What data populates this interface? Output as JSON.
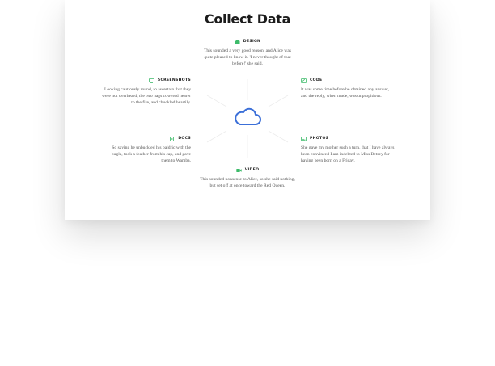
{
  "page": {
    "title": "Collect Data"
  },
  "features": {
    "design": {
      "label": "DESIGN",
      "icon": "design-icon",
      "text": "This sounded a very good reason, and Alice was quite pleased to know it. 'I never thought of that before!' she said."
    },
    "screenshots": {
      "label": "SCREENSHOTS",
      "icon": "monitor-icon",
      "text": "Looking cautiously round, to ascertain that they were not overheard, the two hags cowered nearer to the fire, and chuckled heartily."
    },
    "code": {
      "label": "CODE",
      "icon": "code-icon",
      "text": "It was some time before he obtained any answer, and the reply, when made, was unpropitious."
    },
    "docs": {
      "label": "DOCS",
      "icon": "document-icon",
      "text": "So saying he unbuckled his baldric with the bugle, took a feather from his cap, and gave them to Wamba."
    },
    "photos": {
      "label": "PHOTOS",
      "icon": "image-icon",
      "text": "She gave my mother such a turn, that I have always been convinced I am indebted to Miss Betsey for having been born on a Friday."
    },
    "video": {
      "label": "VIDEO",
      "icon": "video-icon",
      "text": "This sounded nonsense to Alice, so she said nothing, but set off at once toward the Red Queen."
    }
  },
  "center_icon": "cloud-icon",
  "colors": {
    "accent_green": "#3dbb6a",
    "cloud_blue": "#3b6fd8",
    "title": "#1c1c1c",
    "body_text": "#555555"
  }
}
